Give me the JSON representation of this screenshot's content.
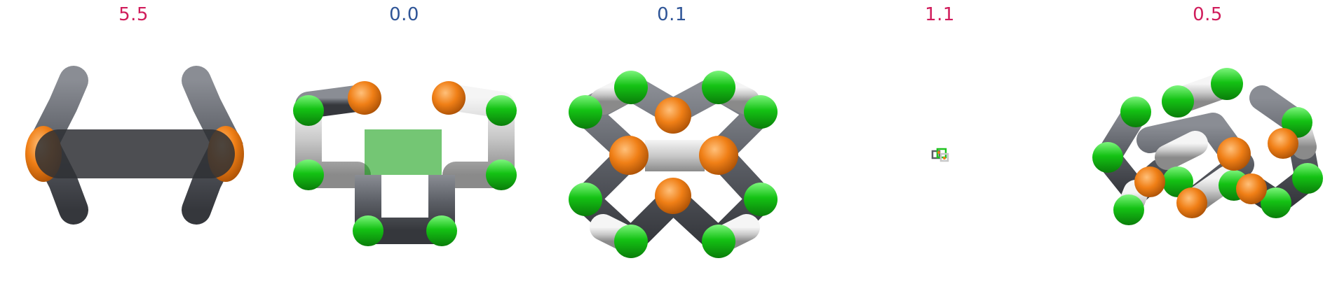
{
  "panels": [
    {
      "label": "5.5",
      "color": "#d01c5b"
    },
    {
      "label": "0.0",
      "color": "#2f5597"
    },
    {
      "label": "0.1",
      "color": "#2f5597"
    },
    {
      "label": "1.1",
      "color": "#d01c5b"
    },
    {
      "label": "0.5",
      "color": "#d01c5b"
    }
  ],
  "atom_colors": {
    "green": "#1fc21f",
    "orange": "#ee7f1a",
    "light": "#c8c8c8",
    "dark": "#5a5d64"
  }
}
